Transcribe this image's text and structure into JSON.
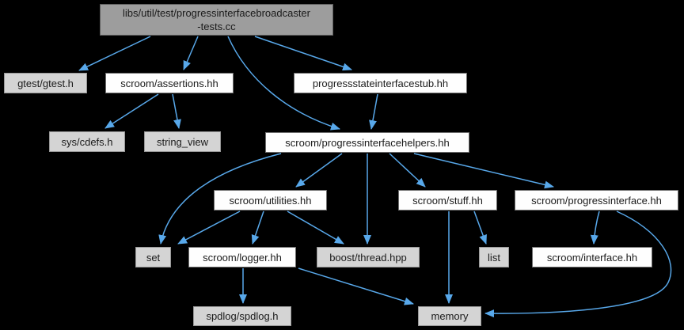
{
  "diagram": {
    "kind": "include-dependency-graph",
    "background": "#000000",
    "edge_color": "#58a8ea",
    "text_color": "#1a1a1a",
    "node_styles": {
      "root": {
        "fill": "#9d9d9d",
        "border": "#5e5e5e"
      },
      "internal": {
        "fill": "#fefefe",
        "border": "#6e6e6e"
      },
      "external": {
        "fill": "#d4d4d4",
        "border": "#979797"
      }
    },
    "nodes": [
      {
        "id": "tests-cc",
        "label": "libs/util/test/progressinterfacebroadcaster\n-tests.cc",
        "type": "root"
      },
      {
        "id": "gtest",
        "label": "gtest/gtest.h",
        "type": "external"
      },
      {
        "id": "assertions",
        "label": "scroom/assertions.hh",
        "type": "internal"
      },
      {
        "id": "stub",
        "label": "progressstateinterfacestub.hh",
        "type": "internal"
      },
      {
        "id": "cdefs",
        "label": "sys/cdefs.h",
        "type": "external"
      },
      {
        "id": "stringview",
        "label": "string_view",
        "type": "external"
      },
      {
        "id": "helpers",
        "label": "scroom/progressinterfacehelpers.hh",
        "type": "internal"
      },
      {
        "id": "utilities",
        "label": "scroom/utilities.hh",
        "type": "internal"
      },
      {
        "id": "stuff",
        "label": "scroom/stuff.hh",
        "type": "internal"
      },
      {
        "id": "pinterface",
        "label": "scroom/progressinterface.hh",
        "type": "internal"
      },
      {
        "id": "set",
        "label": "set",
        "type": "external"
      },
      {
        "id": "logger",
        "label": "scroom/logger.hh",
        "type": "internal"
      },
      {
        "id": "boost",
        "label": "boost/thread.hpp",
        "type": "external"
      },
      {
        "id": "list",
        "label": "list",
        "type": "external"
      },
      {
        "id": "interface",
        "label": "scroom/interface.hh",
        "type": "internal"
      },
      {
        "id": "spdlog",
        "label": "spdlog/spdlog.h",
        "type": "external"
      },
      {
        "id": "memory",
        "label": "memory",
        "type": "external"
      }
    ],
    "edges": [
      {
        "from": "tests-cc",
        "to": "gtest"
      },
      {
        "from": "tests-cc",
        "to": "assertions"
      },
      {
        "from": "tests-cc",
        "to": "stub"
      },
      {
        "from": "tests-cc",
        "to": "helpers"
      },
      {
        "from": "assertions",
        "to": "cdefs"
      },
      {
        "from": "assertions",
        "to": "stringview"
      },
      {
        "from": "stub",
        "to": "helpers"
      },
      {
        "from": "helpers",
        "to": "set"
      },
      {
        "from": "helpers",
        "to": "utilities"
      },
      {
        "from": "helpers",
        "to": "boost"
      },
      {
        "from": "helpers",
        "to": "stuff"
      },
      {
        "from": "helpers",
        "to": "pinterface"
      },
      {
        "from": "utilities",
        "to": "set"
      },
      {
        "from": "utilities",
        "to": "logger"
      },
      {
        "from": "utilities",
        "to": "boost"
      },
      {
        "from": "stuff",
        "to": "list"
      },
      {
        "from": "stuff",
        "to": "memory"
      },
      {
        "from": "logger",
        "to": "spdlog"
      },
      {
        "from": "logger",
        "to": "memory"
      },
      {
        "from": "pinterface",
        "to": "interface"
      },
      {
        "from": "pinterface",
        "to": "memory"
      }
    ]
  }
}
